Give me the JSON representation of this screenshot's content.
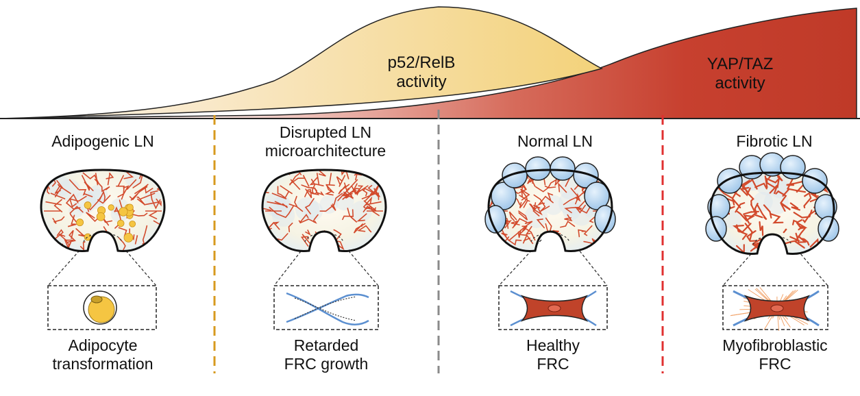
{
  "curves": {
    "p52_relb": {
      "line1": "p52/RelB",
      "line2": "activity"
    },
    "yap_taz": {
      "line1": "YAP/TAZ",
      "line2": "activity"
    }
  },
  "stages": [
    {
      "title": [
        "Adipogenic LN"
      ],
      "outcome": [
        "Adipocyte",
        "transformation"
      ]
    },
    {
      "title": [
        "Disrupted LN",
        "microarchitecture"
      ],
      "outcome": [
        "Retarded",
        "FRC growth"
      ]
    },
    {
      "title": [
        "Normal LN"
      ],
      "outcome": [
        "Healthy",
        "FRC"
      ]
    },
    {
      "title": [
        "Fibrotic LN"
      ],
      "outcome": [
        "Myofibroblastic",
        "FRC"
      ]
    }
  ],
  "colors": {
    "p52_curve_light": "#fbeedc",
    "p52_curve_dark": "#f3d27a",
    "yap_curve_light": "#f4d2cb",
    "yap_curve_dark": "#c0392b",
    "frc_network": "#d24a2c",
    "adipocyte": "#f5c542",
    "follicle": "#b9d8f2",
    "divider_1": "#d79a1e",
    "divider_2": "#8a8a8a",
    "divider_3": "#e03030"
  }
}
